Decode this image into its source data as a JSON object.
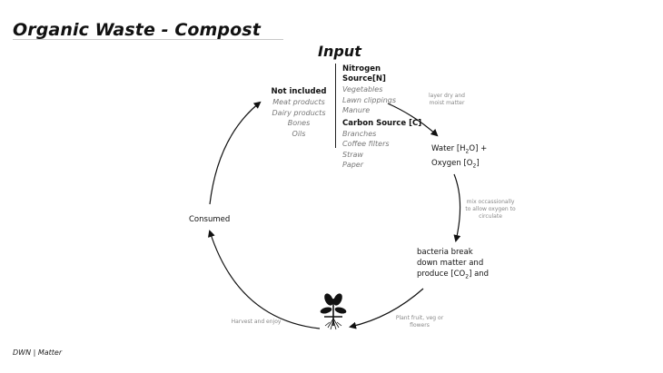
{
  "title": "Organic Waste - Compost",
  "input": {
    "heading": "Input",
    "nitrogen": {
      "label_line1": "Nitrogen",
      "label_line2": "Source[N]",
      "items": [
        "Vegetables",
        "Lawn clippings",
        "Manure"
      ]
    },
    "carbon": {
      "label": "Carbon Source [C]",
      "items": [
        "Branches",
        "Coffee filters",
        "Straw",
        "Paper"
      ]
    }
  },
  "not_included": {
    "label": "Not included",
    "items": [
      "Meat products",
      "Dairy products",
      "Bones",
      "Oils"
    ]
  },
  "stages": {
    "water_line1_a": "Water [H",
    "water_line1_sub": "2",
    "water_line1_b": "O] +",
    "oxygen_a": "Oxygen [O",
    "oxygen_sub": "2",
    "oxygen_b": "]",
    "bacteria_line1": "bacteria break",
    "bacteria_line2": "down matter and",
    "bacteria_line3_a": "produce [CO",
    "bacteria_line3_sub": "2",
    "bacteria_line3_b": "] and",
    "consumed": "Consumed"
  },
  "notes": {
    "layer_line1": "layer dry and",
    "layer_line2": "moist matter",
    "mix_line1": "mix occassionally",
    "mix_line2": "to allow oxygen to",
    "mix_line3": "circulate",
    "plant_line1": "Plant fruit, veg or",
    "plant_line2": "flowers",
    "harvest": "Harvest and enjoy"
  },
  "footer": "DWN | Matter",
  "icons": {
    "plant": "sprout-icon"
  }
}
